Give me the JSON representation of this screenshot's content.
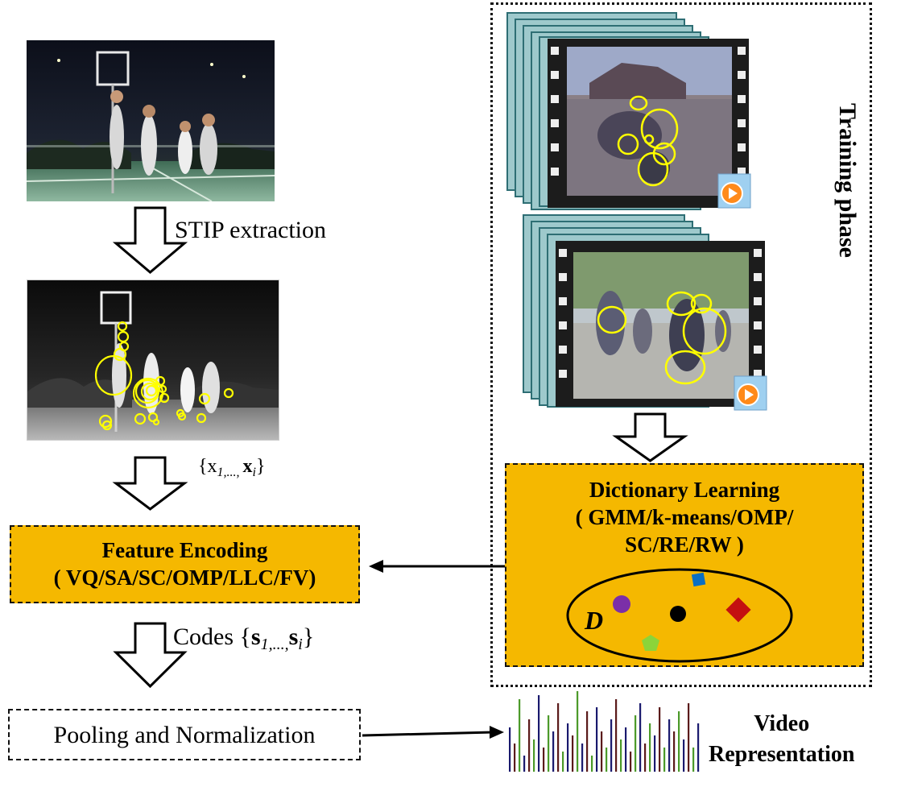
{
  "labels": {
    "stip_extraction": "STIP extraction",
    "features": "{x",
    "features_sub": "1,..., ",
    "features_x2": "x",
    "features_i": "i",
    "features_close": "}",
    "codes": "Codes {",
    "codes_s": "s",
    "codes_sub": "1,...,",
    "codes_s2": "s",
    "codes_i": "i",
    "codes_close": "}",
    "training_phase": "Training phase",
    "video_rep_line1": "Video",
    "video_rep_line2": "Representation",
    "dictionary_symbol": "D"
  },
  "boxes": {
    "feature_encoding_line1": "Feature Encoding",
    "feature_encoding_line2": "( VQ/SA/SC/OMP/LLC/FV)",
    "dictionary_line1": "Dictionary Learning",
    "dictionary_line2": "( GMM/k-means/OMP/",
    "dictionary_line3": "SC/RE/RW )",
    "pooling": "Pooling and Normalization"
  },
  "colors": {
    "box_fill": "#f5b800",
    "interest_point": "#ffff00",
    "dict_purple": "#7b2fa8",
    "dict_blue": "#0b6fc2",
    "dict_red": "#c41010",
    "dict_green": "#8bd43a",
    "histogram": [
      "#1a1a6e",
      "#5a1a1a",
      "#4c9a2a"
    ]
  },
  "histogram_bars": [
    0.55,
    0.35,
    0.9,
    0.2,
    0.65,
    0.4,
    0.95,
    0.3,
    0.7,
    0.5,
    0.85,
    0.25,
    0.6,
    0.45,
    1.0,
    0.35,
    0.75,
    0.2,
    0.8,
    0.5,
    0.3,
    0.65,
    0.9,
    0.4,
    0.55,
    0.25,
    0.7,
    0.85,
    0.35,
    0.6,
    0.45,
    0.8,
    0.3,
    0.65,
    0.5,
    0.75,
    0.4,
    0.85,
    0.3,
    0.6
  ]
}
